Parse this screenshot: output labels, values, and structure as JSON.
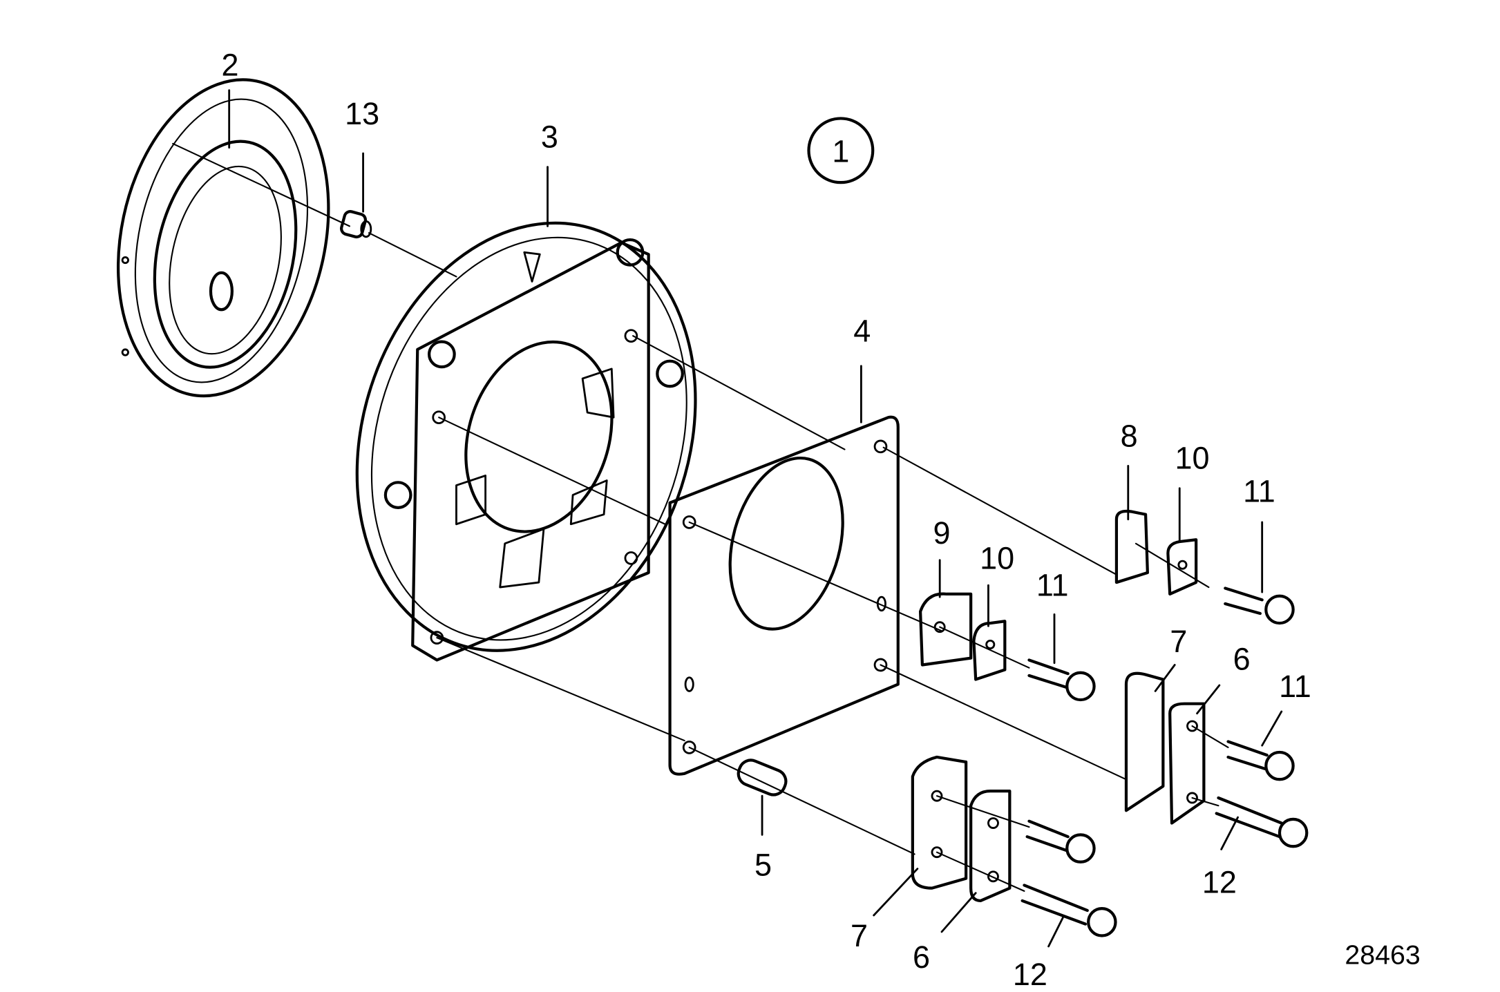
{
  "diagram": {
    "title_marker": "1",
    "reference_number": "28463",
    "callouts": [
      {
        "id": "c2",
        "label": "2"
      },
      {
        "id": "c13",
        "label": "13"
      },
      {
        "id": "c3",
        "label": "3"
      },
      {
        "id": "c4",
        "label": "4"
      },
      {
        "id": "c8",
        "label": "8"
      },
      {
        "id": "c10a",
        "label": "10"
      },
      {
        "id": "c11a",
        "label": "11"
      },
      {
        "id": "c9",
        "label": "9"
      },
      {
        "id": "c10b",
        "label": "10"
      },
      {
        "id": "c11b",
        "label": "11"
      },
      {
        "id": "c7a",
        "label": "7"
      },
      {
        "id": "c6a",
        "label": "6"
      },
      {
        "id": "c11c",
        "label": "11"
      },
      {
        "id": "c12a",
        "label": "12"
      },
      {
        "id": "c5",
        "label": "5"
      },
      {
        "id": "c7b",
        "label": "7"
      },
      {
        "id": "c6b",
        "label": "6"
      },
      {
        "id": "c12b",
        "label": "12"
      }
    ],
    "colors": {
      "ink": "#000000",
      "paper": "#ffffff"
    }
  }
}
